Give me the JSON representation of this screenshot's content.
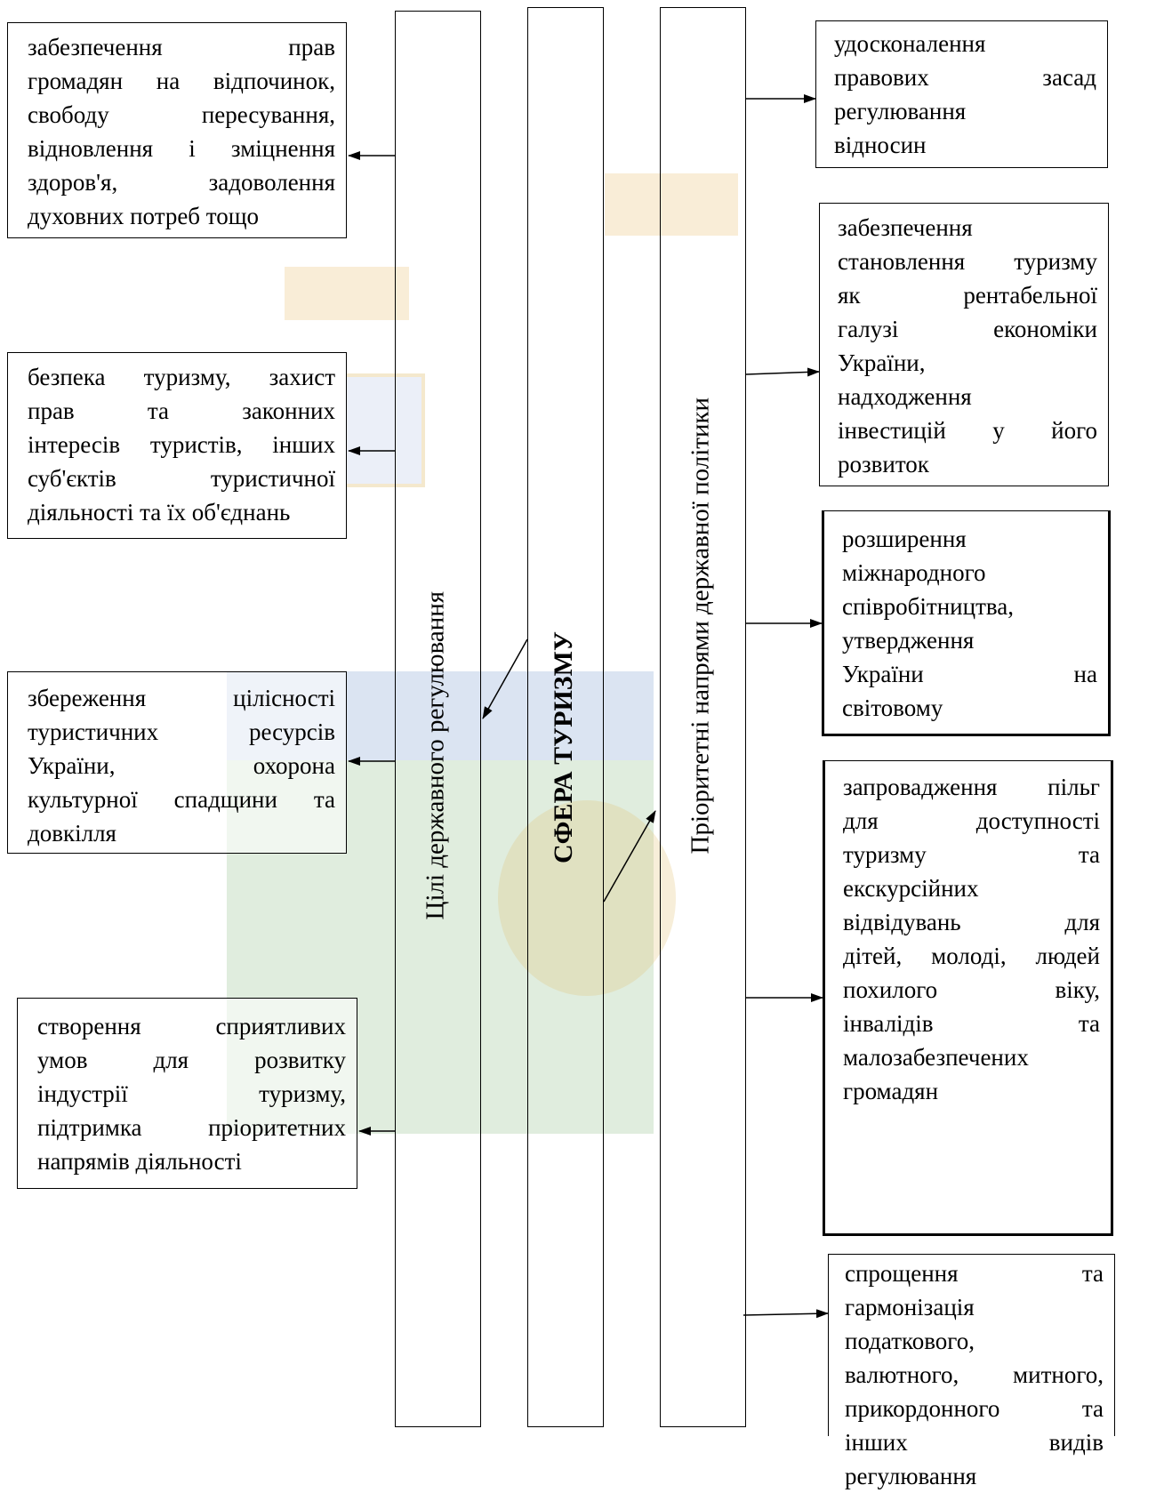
{
  "center": {
    "label": "СФЕРА ТУРИЗМУ"
  },
  "left_column": {
    "label": "Цілі державного регулювання"
  },
  "right_column": {
    "label": "Пріоритетні напрями державної політики"
  },
  "left_boxes": [
    {
      "lines": [
        "забезпечення прав",
        "громадян на відпочинок,",
        "свободу пересування,",
        "відновлення і зміцнення",
        "здоров'я, задоволення",
        "духовних потреб тощо"
      ]
    },
    {
      "lines": [
        "безпека туризму, захист",
        "прав та законних",
        "інтересів туристів, інших",
        "суб'єктів туристичної",
        "діяльності та їх об'єднань"
      ]
    },
    {
      "lines": [
        "збереження цілісності",
        "туристичних ресурсів",
        "України, охорона",
        "культурної спадщини та",
        "довкілля"
      ]
    },
    {
      "lines": [
        "створення сприятливих",
        "умов для розвитку",
        "індустрії туризму,",
        "підтримка пріоритетних",
        "напрямів діяльності"
      ]
    }
  ],
  "right_boxes": [
    {
      "lines": [
        "удосконалення",
        "правових засад",
        "регулювання",
        "відносин"
      ]
    },
    {
      "lines": [
        "забезпечення",
        "становлення туризму",
        "як рентабельної",
        "галузі економіки",
        "України,",
        "надходження",
        "інвестицій у його",
        "розвиток"
      ]
    },
    {
      "lines": [
        "розширення",
        "міжнародного",
        "співробітництва,",
        "утвердження",
        "України на",
        "світовому"
      ]
    },
    {
      "lines": [
        "запровадження пільг",
        "для доступності",
        "туризму та",
        "екскурсійних",
        "відвідувань для",
        "дітей, молоді, людей",
        "похилого віку,",
        "інвалідів та",
        "малозабезпечених",
        "громадян"
      ]
    },
    {
      "lines": [
        "спрощення та",
        "гармонізація",
        "податкового,",
        "валютного, митного,",
        "прикордонного та",
        "інших видів",
        "регулювання"
      ]
    }
  ]
}
